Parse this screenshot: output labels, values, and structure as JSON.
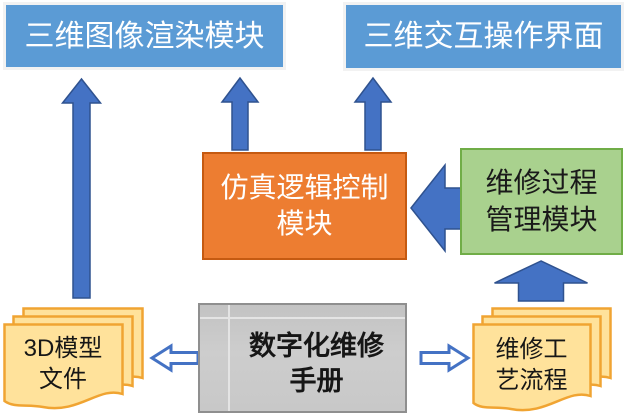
{
  "colors": {
    "blue_box_fill": "#5B9BD5",
    "blue_box_border": "#F2F2F2",
    "orange_fill": "#ED7D31",
    "orange_border": "#C55A11",
    "green_fill": "#A9D18E",
    "green_border": "#70AD47",
    "doc_fill": "#FFE29B",
    "doc_border": "#F0A432",
    "gray_fill": "#C9C9C9",
    "arrow_fill": "#4472C4",
    "arrow_stroke": "#2F528F"
  },
  "nodes": {
    "rendering_module": {
      "label": "三维图像渲染模块"
    },
    "interaction_interface": {
      "label": "三维交互操作界面"
    },
    "simulation_logic_module": {
      "label": "仿真逻辑控制\n模块"
    },
    "maintenance_process_module": {
      "label": "维修过程\n管理模块"
    },
    "model_files": {
      "label": "3D模型\n文件"
    },
    "digital_manual": {
      "label": "数字化维修\n手册"
    },
    "process_flow": {
      "label": "维修工\n艺流程"
    }
  },
  "edges": [
    {
      "from": "model_files",
      "to": "rendering_module",
      "style": "solid-up-arrow"
    },
    {
      "from": "simulation_logic_module",
      "to": "rendering_module",
      "style": "solid-up-arrow"
    },
    {
      "from": "simulation_logic_module",
      "to": "interaction_interface",
      "style": "solid-up-arrow"
    },
    {
      "from": "maintenance_process_module",
      "to": "simulation_logic_module",
      "style": "solid-left-arrow"
    },
    {
      "from": "process_flow",
      "to": "maintenance_process_module",
      "style": "solid-up-arrow"
    },
    {
      "from": "digital_manual",
      "to": "model_files",
      "style": "hollow-left-arrow"
    },
    {
      "from": "digital_manual",
      "to": "process_flow",
      "style": "hollow-right-arrow"
    }
  ]
}
